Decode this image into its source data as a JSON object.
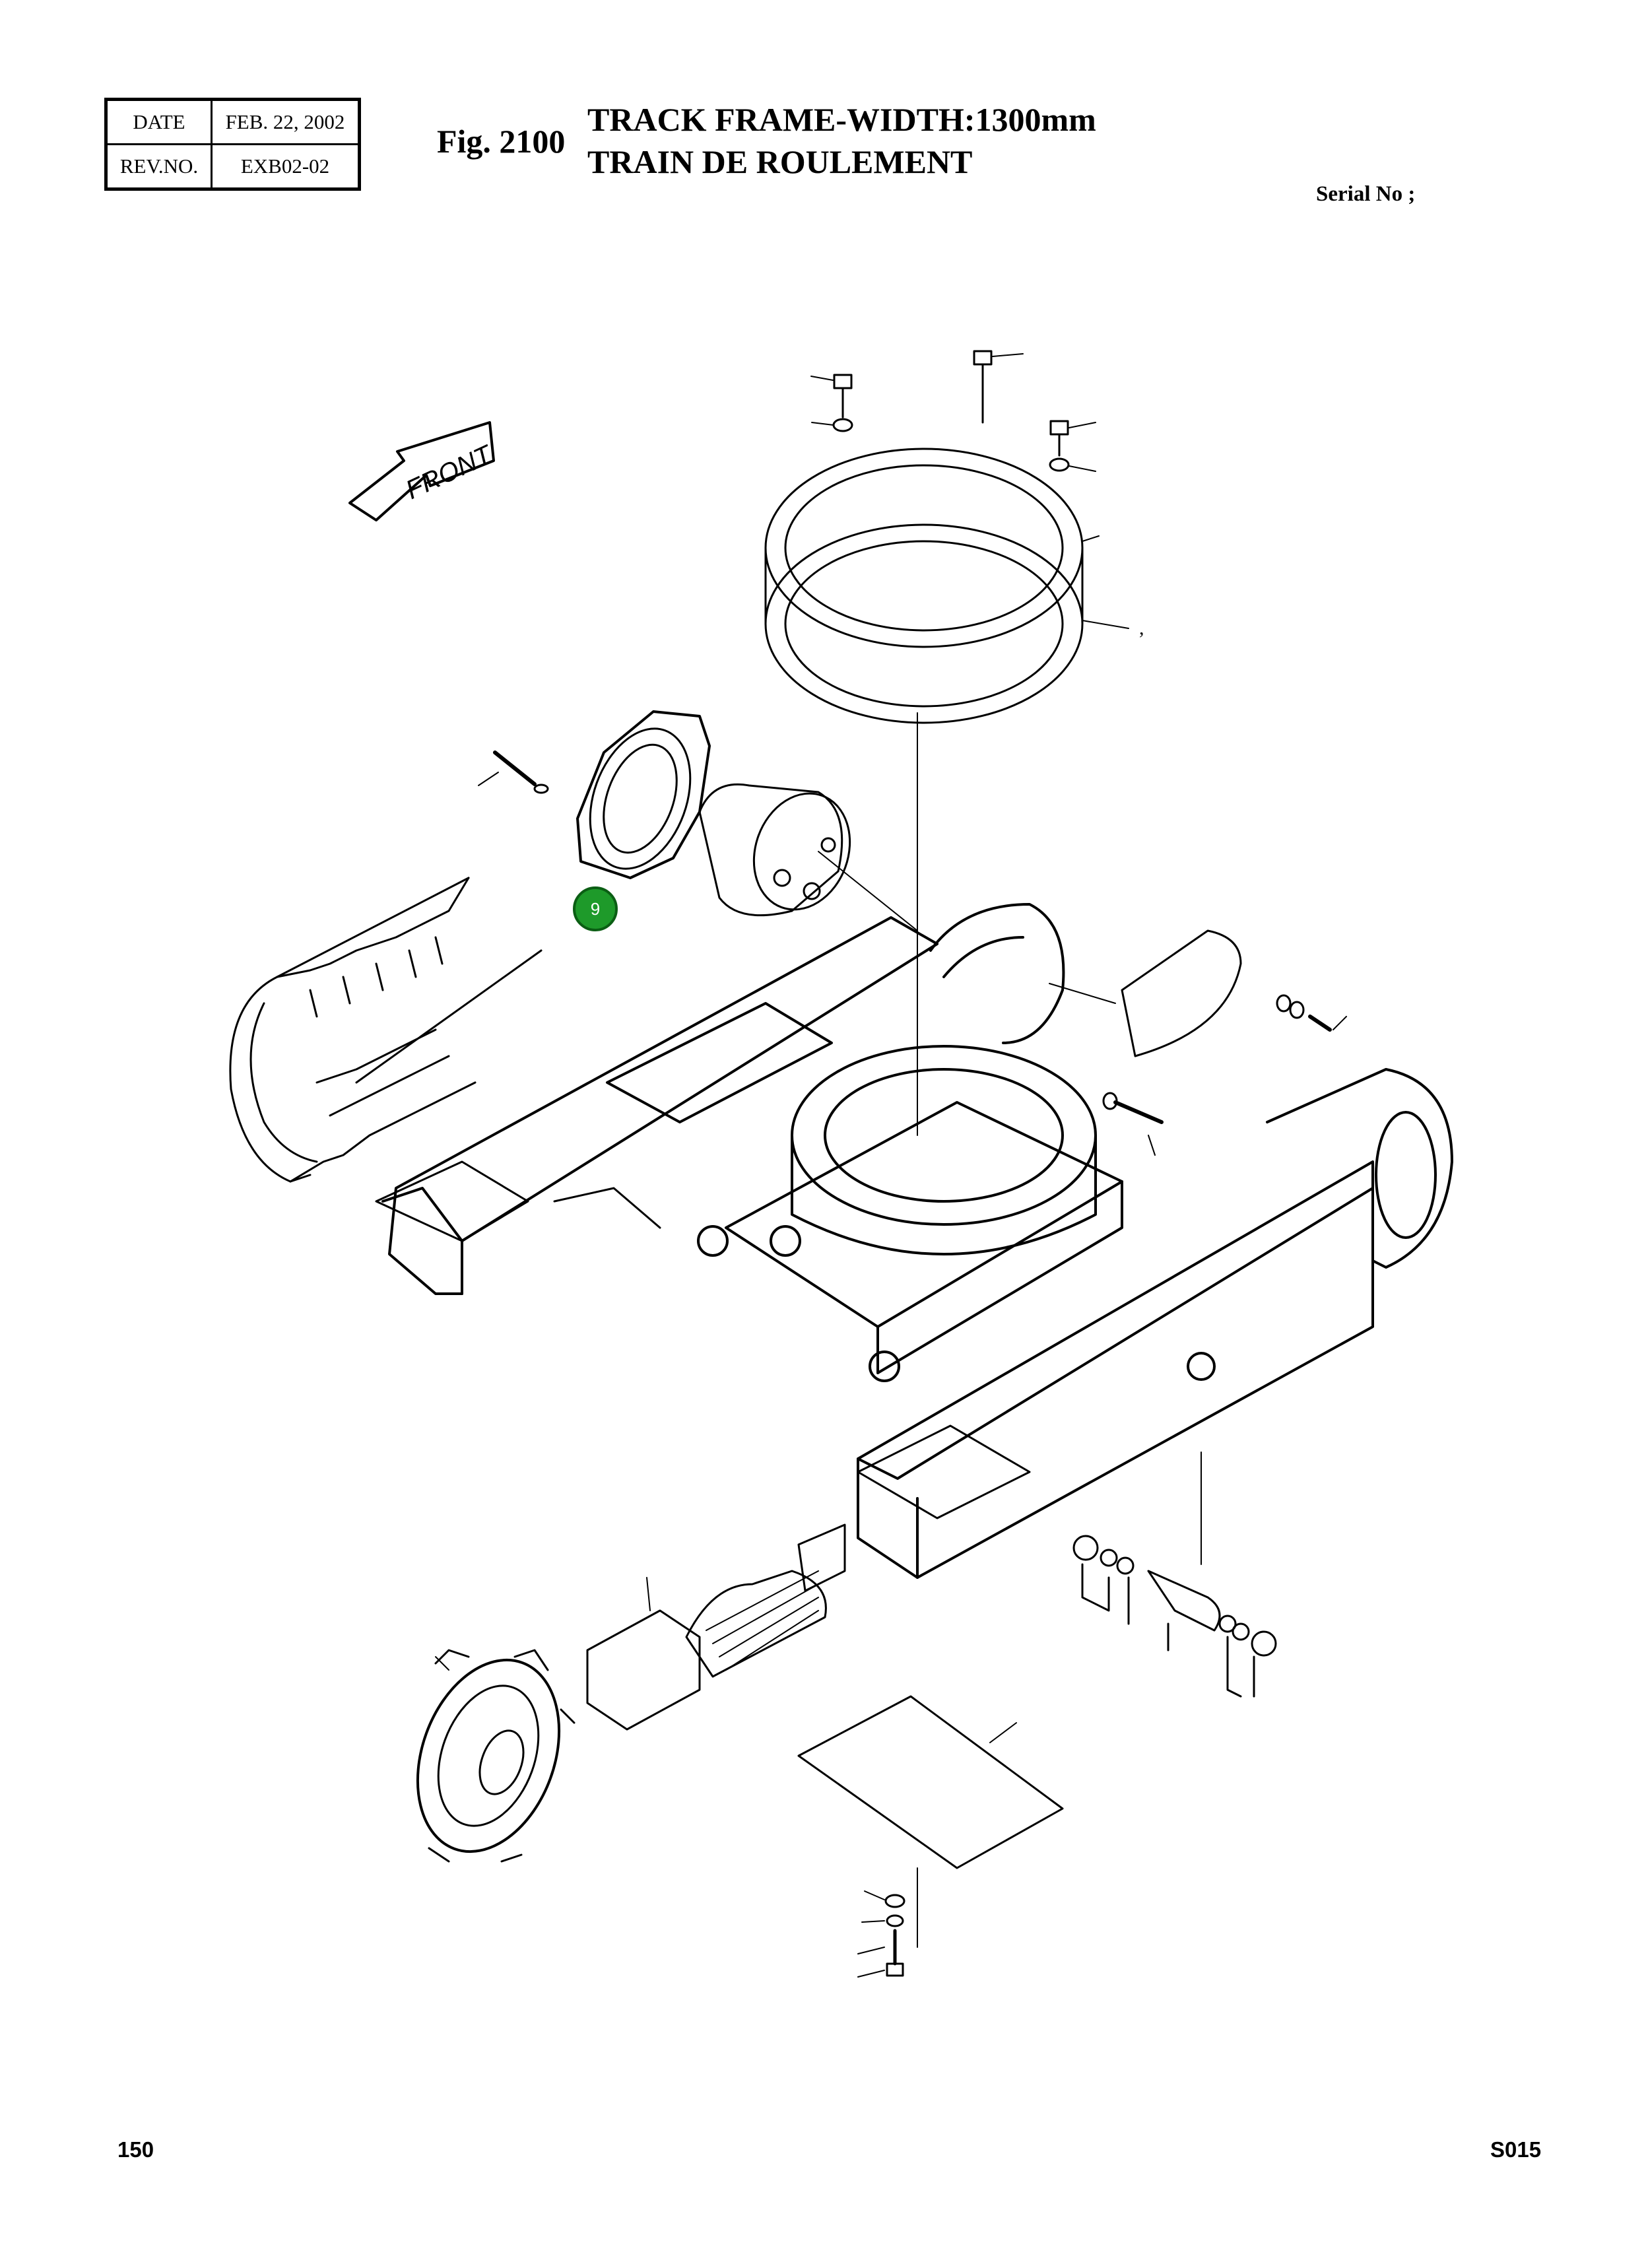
{
  "header": {
    "date_label": "DATE",
    "date_value": "FEB. 22, 2002",
    "rev_label": "REV.NO.",
    "rev_value": "EXB02-02"
  },
  "figure": {
    "number": "Fig. 2100",
    "title_en": "TRACK FRAME-WIDTH:1300mm",
    "title_fr": "TRAIN DE ROULEMENT"
  },
  "serial_label": "Serial No ;",
  "drawing": {
    "direction_label": "FRONT",
    "callout": "9",
    "callout_color": "#1e9a2a",
    "stray_mark": ","
  },
  "footer": {
    "page_number": "150",
    "page_code": "S015"
  }
}
